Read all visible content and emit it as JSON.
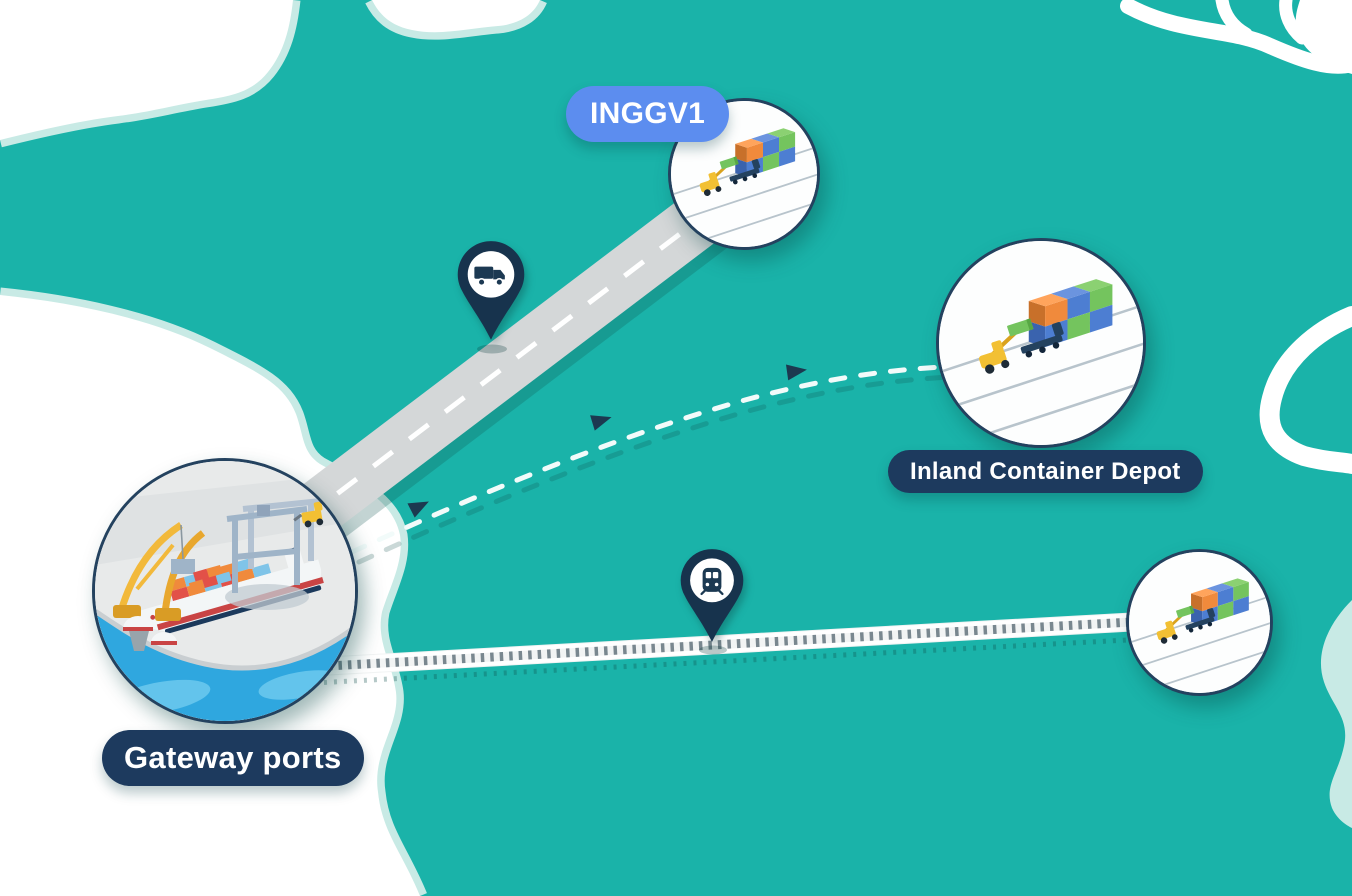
{
  "diagram": {
    "labels": {
      "terminal_code": "INGGV1",
      "inland_depot": "Inland Container Depot",
      "gateway_ports": "Gateway ports"
    },
    "route_markers": [
      {
        "id": "road-route-marker",
        "icon": "truck-icon"
      },
      {
        "id": "rail-route-marker",
        "icon": "train-icon"
      }
    ],
    "nodes": [
      {
        "id": "gateway-port-node",
        "art": "seaport with cranes and container ship"
      },
      {
        "id": "terminal-node",
        "art": "container yard with reach stacker"
      },
      {
        "id": "inland-depot-node",
        "art": "container yard with reach stacker"
      },
      {
        "id": "rail-yard-node",
        "art": "container yard with reach stacker"
      }
    ],
    "palette": {
      "sea_teal": "#1AB3A9",
      "coast_mint": "#C8EAE5",
      "land_white": "#FFFFFF",
      "pill_navy": "#1D3A5E",
      "pin_navy": "#17334D",
      "terminal_blue": "#5C8DEF",
      "road_grey": "#D4D7D8",
      "container_orange": "#F08A3C",
      "container_blue": "#4D7ED2",
      "container_green": "#74C45E",
      "machine_yellow": "#F2C033",
      "water_blue": "#2FA7DF"
    }
  }
}
